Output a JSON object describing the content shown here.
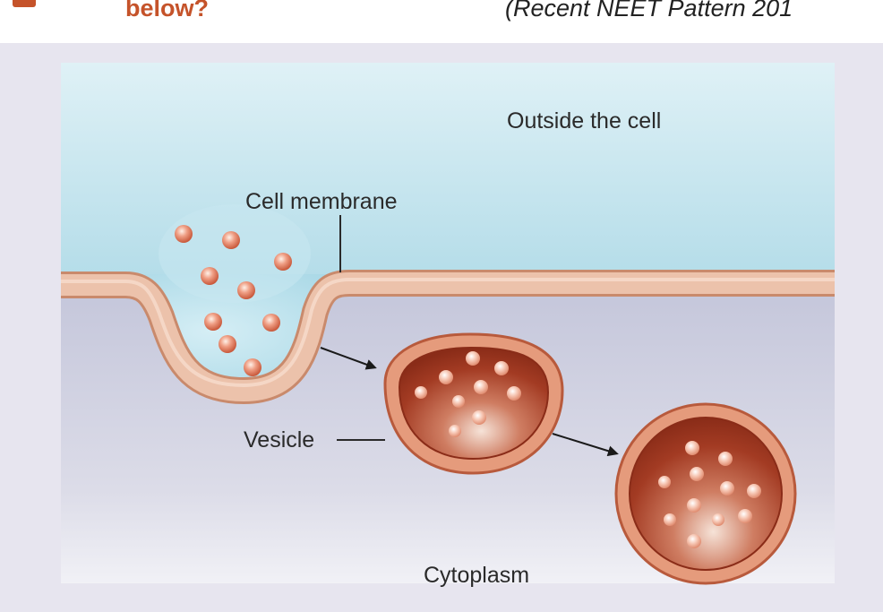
{
  "header": {
    "question_fragment": "below?",
    "source_fragment": "(Recent NEET Pattern 201"
  },
  "diagram": {
    "labels": {
      "outside": "Outside the cell",
      "membrane": "Cell membrane",
      "vesicle": "Vesicle",
      "cytoplasm": "Cytoplasm"
    }
  },
  "icons": {
    "bullet": "bullet-icon",
    "arrow": "arrow-right-icon"
  },
  "colors": {
    "question_text": "#c5532a",
    "membrane": "#e9b9a0",
    "membrane_edge": "#c98a6c",
    "outside_fluid": "#b9e0eb",
    "cytoplasm": "#c7c9dd",
    "vesicle_fill": "#a33b23",
    "particle": "#e3886e"
  }
}
